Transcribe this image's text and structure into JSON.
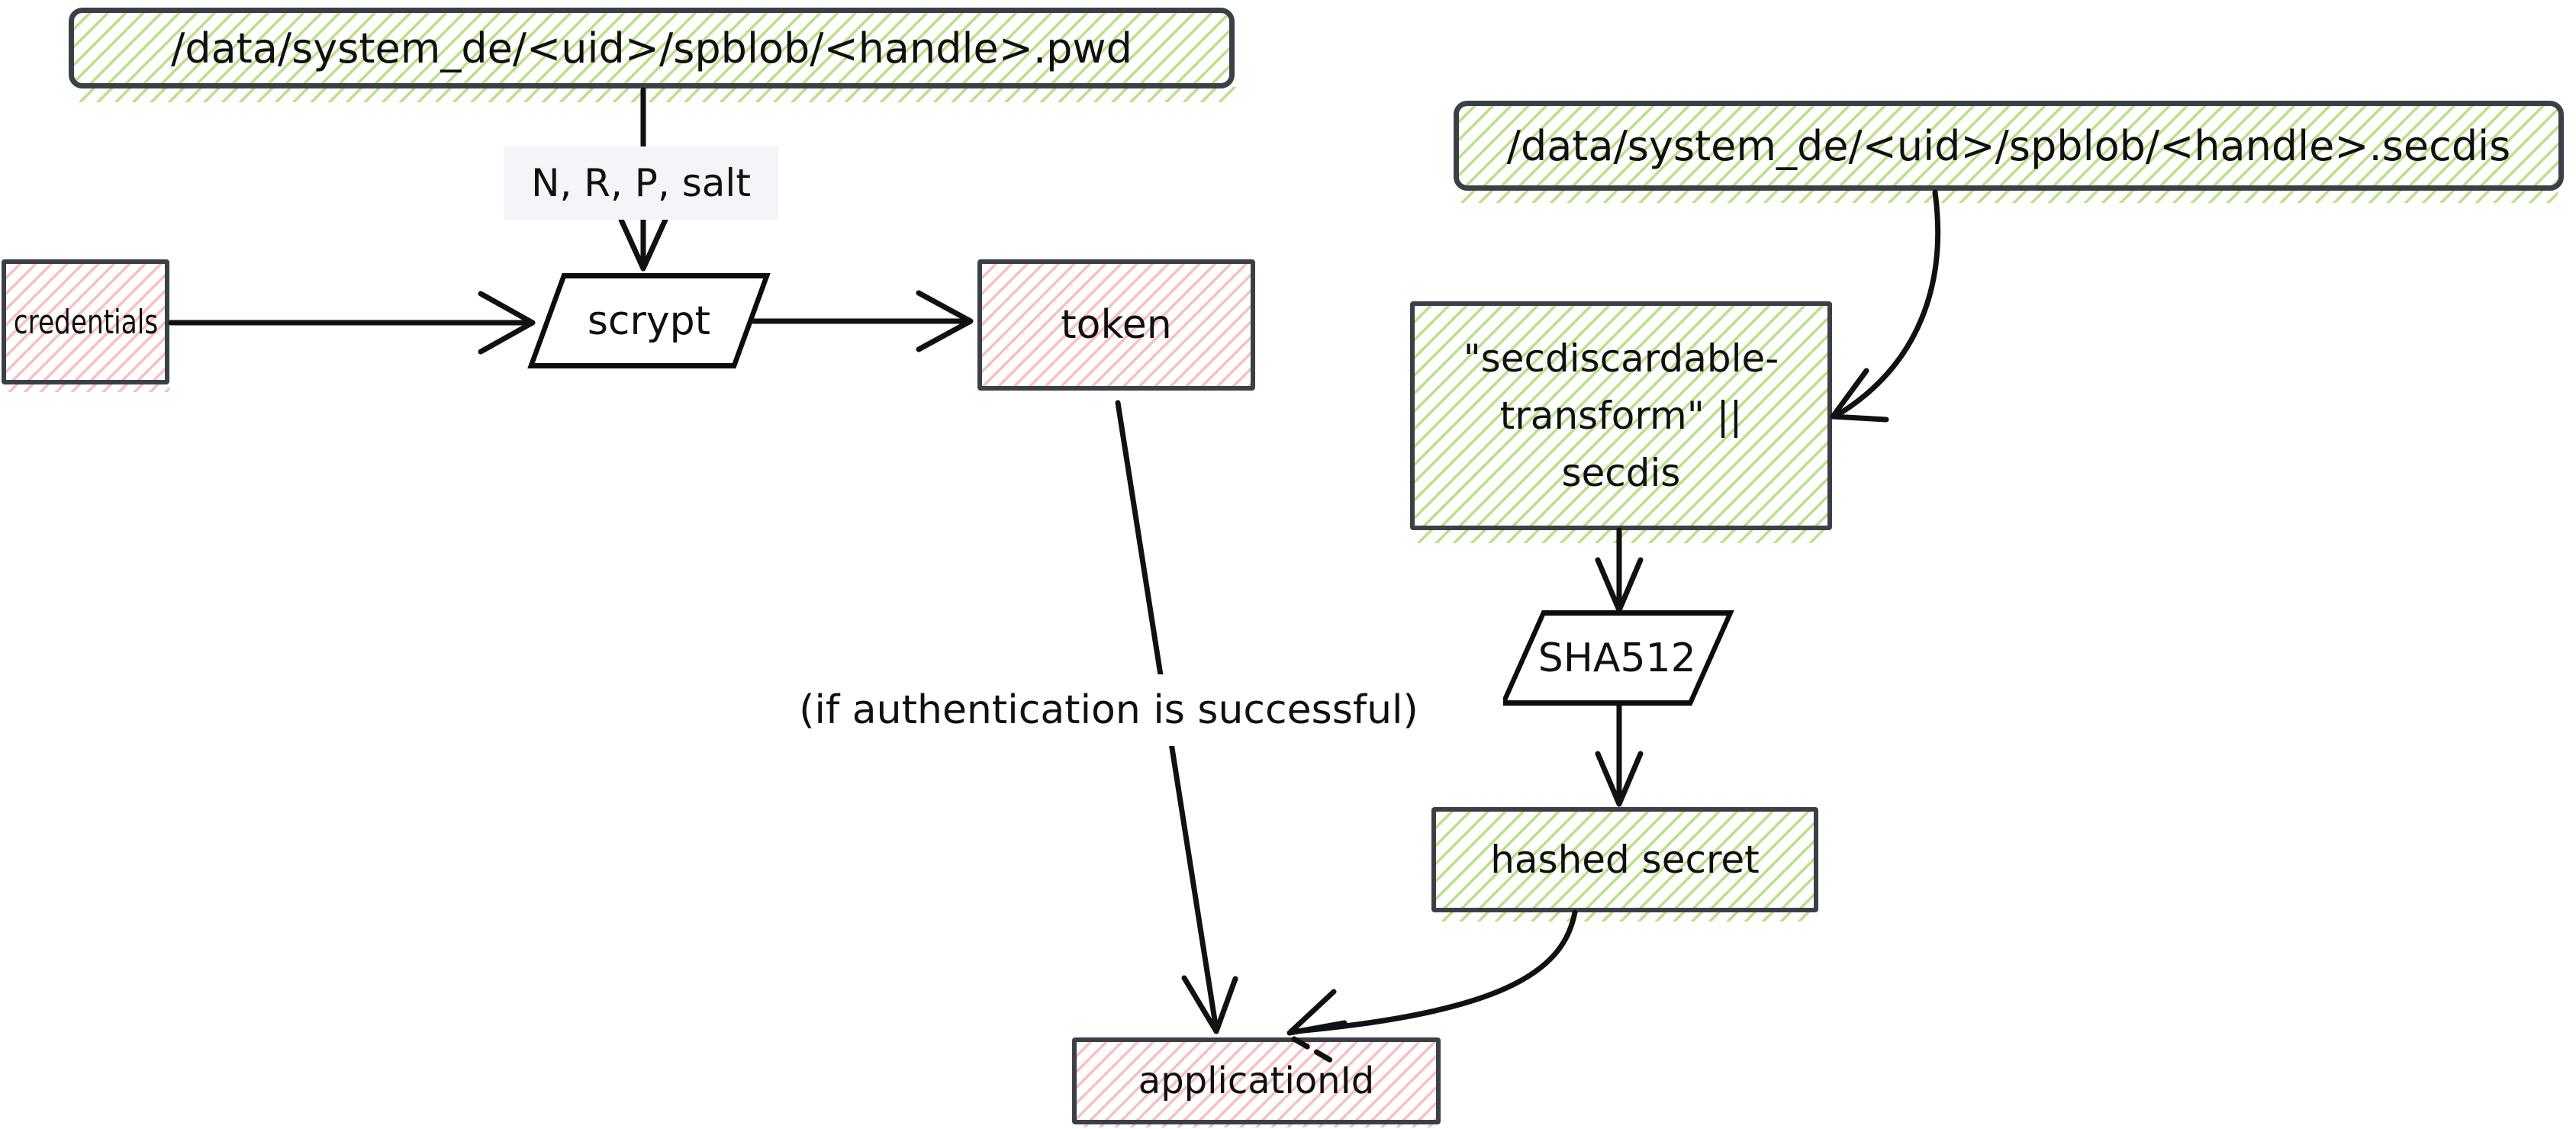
{
  "palette": {
    "canvas_bg": "#ffffff",
    "box_border": "#3a4046",
    "shape_border": "#0d0d0d",
    "arrow": "#111111",
    "green_hatch": "#bce08a",
    "pink_hatch": "#f8c0bf",
    "label_bg": "#f4f5f8",
    "text": "#101010"
  },
  "nodes": {
    "pwd_file": {
      "text": "/data/system_de/<uid>/spblob/<handle>.pwd"
    },
    "secdis_file": {
      "text": "/data/system_de/<uid>/spblob/<handle>.secdis"
    },
    "credentials": {
      "text": "credentials"
    },
    "scrypt": {
      "text": "scrypt"
    },
    "token": {
      "text": "token"
    },
    "secdiscardable": {
      "lines": [
        "\"secdiscardable-",
        "transform\" ||",
        "secdis"
      ]
    },
    "sha512": {
      "text": "SHA512"
    },
    "hashed_secret": {
      "text": "hashed secret"
    },
    "application_id": {
      "text": "applicationId"
    }
  },
  "edge_labels": {
    "scrypt_params": "N, R, P, salt",
    "auth_condition": "(if authentication is successful)"
  }
}
